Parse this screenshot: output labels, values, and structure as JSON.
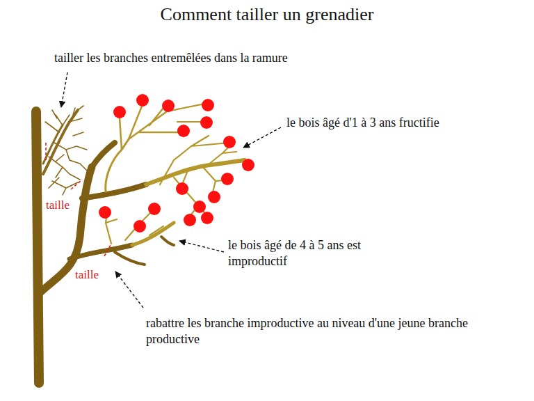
{
  "diagram": {
    "title": "Comment tailler un grenadier",
    "labels": [
      "tailler les branches entremêlées dans la ramure",
      "taille",
      "le bois âgé d'1 à 3 ans fructifie",
      "le bois âgé de 4 à 5 ans est improductif",
      "taille",
      "rabattre les branche improductive au niveau d'une jeune branche productive"
    ]
  }
}
